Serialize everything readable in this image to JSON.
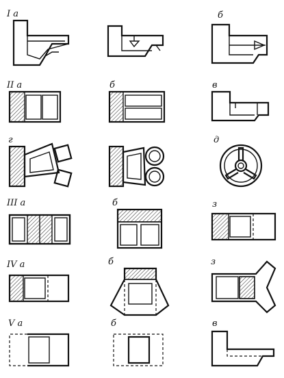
{
  "labels": {
    "r1": {
      "c1": "I a",
      "c3": "б"
    },
    "r2": {
      "c1": "II a",
      "c2": "б",
      "c3": "в"
    },
    "r3": {
      "c1": "г",
      "c3": "д"
    },
    "r4": {
      "c1": "III a",
      "c2": "б",
      "c3": "з"
    },
    "r5": {
      "c1": "IV a",
      "c2": "б",
      "c3": "з"
    },
    "r6": {
      "c1": "V a",
      "c2": "б",
      "c3": "в"
    }
  }
}
